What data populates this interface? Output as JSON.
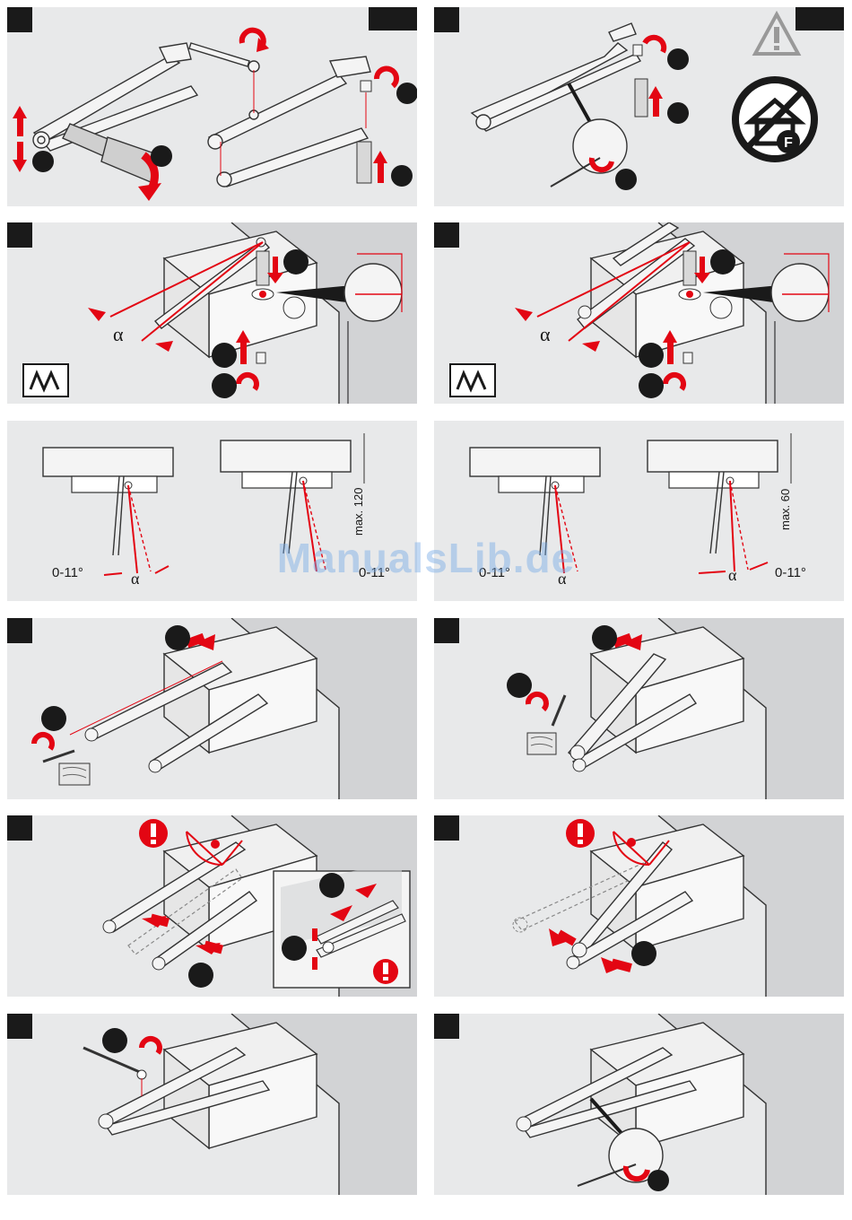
{
  "labels": {
    "alpha": "α",
    "angle_range_left": "0-11°",
    "angle_range_right": "0-11°",
    "angle_range_left_b": "0-11°",
    "angle_range_right_b": "0-11°",
    "max_left": "max. 120",
    "max_right": "max. 60",
    "fire_letter": "F"
  },
  "watermark": "ManualsLib.de",
  "colors": {
    "panel_bg": "#e8e9ea",
    "accent_red": "#e30613",
    "step_black": "#1a1a1a",
    "wall_gray": "#d2d3d5",
    "line_dark": "#333333"
  },
  "icons": {
    "warning": "warning-triangle-icon",
    "no_fire": "no-fire-door-icon",
    "exclamation": "exclamation-icon",
    "spring_setting": "spring-setting-icon",
    "rotate": "rotate-arrow-icon",
    "wood": "wood-screw-icon"
  }
}
